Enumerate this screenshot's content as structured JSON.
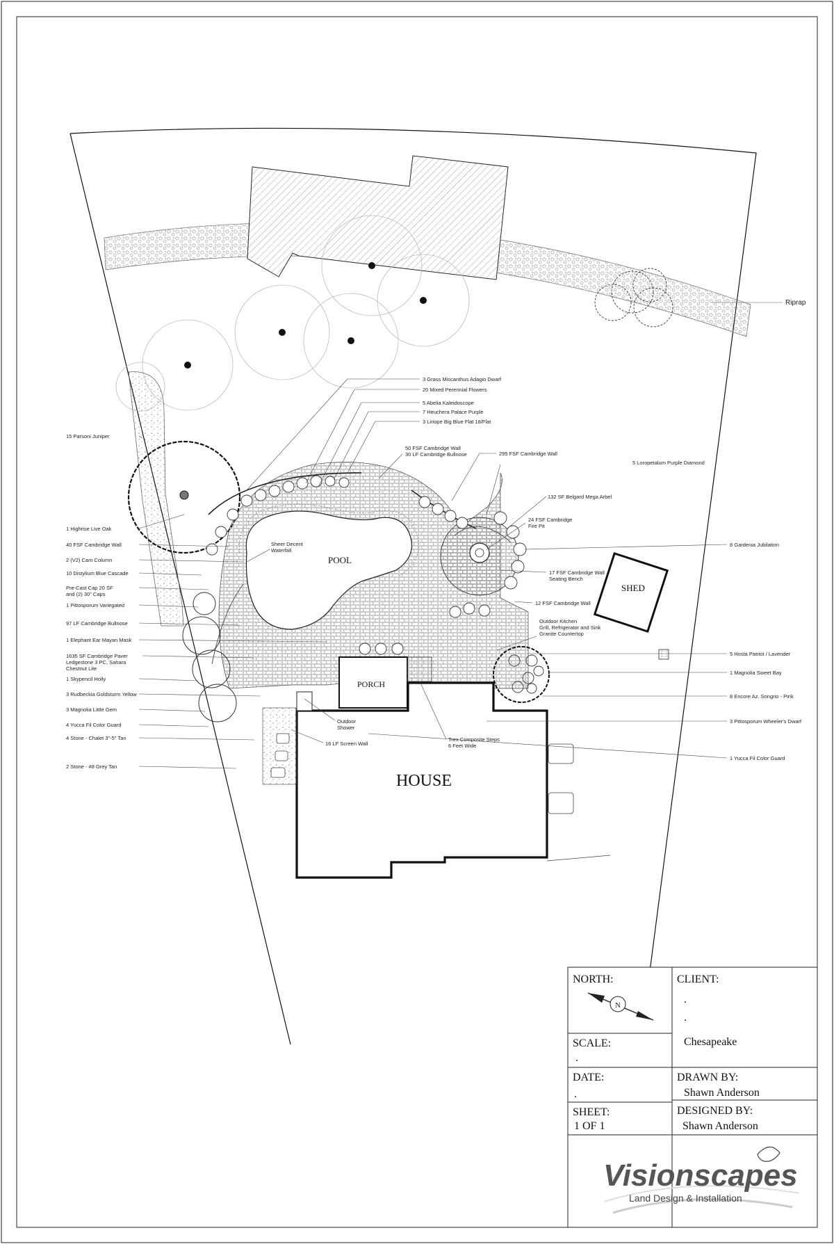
{
  "plan": {
    "labels": {
      "pool": "POOL",
      "house": "HOUSE",
      "porch": "PORCH",
      "shed": "SHED",
      "riprap": "Riprap",
      "waterfall": "Sheer Decent\nWaterfall",
      "outdoor_shower": "Outdoor\nShower",
      "screen_wall": "16 LF Screen Wall",
      "trex_steps": "Trex Composite Steps\n6 Feet Wide",
      "outdoor_kitchen": "Outdoor Kitchen\nGrill, Refrigerator and Sink\nGranite Countertop"
    },
    "left_callouts": [
      "15 Parsoni Juniper",
      "1 Highrise Live Oak",
      "40 FSF Cambridge Wall",
      "2 (V2) Cam Column",
      "10 Distylium Blue Cascade",
      "Pre-Cast Cap 20 SF\nand (2) 30\" Caps",
      "1 Pittosporum Variegated",
      "97 LF Cambridge Bullnose",
      "1 Elephant Ear Mayan Mask",
      "1635 SF Cambridge Paver\nLedgestone 3 PC, Sahara\nChestnut Lite",
      "1 Skypencil Holly",
      "3 Rudbeckia Goldsturm Yellow",
      "3 Magnolia Little Gem",
      "4 Yucca Fil Color Guard",
      "4 Stone - Chalet 3\"-5\" Tan",
      "2 Stone - #8 Grey Tan"
    ],
    "top_callouts": [
      "3 Grass Miscanthus Adagio Dwarf",
      "20 Mixed Perennial Flowers",
      "5 Abelia Kaleidoscope",
      "7 Heuchera Palace Purple",
      "3 Liriope Big Blue Flat   18/Flat"
    ],
    "mid_callouts": [
      "50 FSF Cambridge Wall\n30 LF Cambridge Bullnose",
      "295 FSF Cambridge Wall"
    ],
    "right_callouts": [
      "5 Loropetalum Purple Diamond",
      "132 SF Belgard Mega Arbel",
      "24 FSF Cambridge\nFire Pit",
      "8 Gardenia Jubilation",
      "17 FSF Cambridge Wall\nSeating Bench",
      "12 FSF Cambridge Wall",
      "5 Hosta Patriot / Lavender",
      "1 Magnolia Sweet Bay",
      "8 Encore Az. Songrio - Pink",
      "3 Pittosporum Wheeler's Dwarf",
      "1 Yucca Fil Color Guard"
    ]
  },
  "title_block": {
    "north_label": "NORTH:",
    "client_label": "CLIENT:",
    "client_line1": ".",
    "client_line2": ".",
    "client_city": "Chesapeake",
    "scale_label": "SCALE:",
    "scale_value": ".",
    "date_label": "DATE:",
    "date_value": ".",
    "drawn_by_label": "DRAWN BY:",
    "drawn_by_value": "Shawn Anderson",
    "sheet_label": "SHEET:",
    "sheet_value": "1 OF 1",
    "designed_by_label": "DESIGNED BY:",
    "designed_by_value": "Shawn Anderson",
    "company_name": "Visionscapes",
    "company_tagline": "Land Design & Installation"
  },
  "colors": {
    "line": "#111111",
    "light_line": "#9a9a9a",
    "hatch": "#777777"
  }
}
